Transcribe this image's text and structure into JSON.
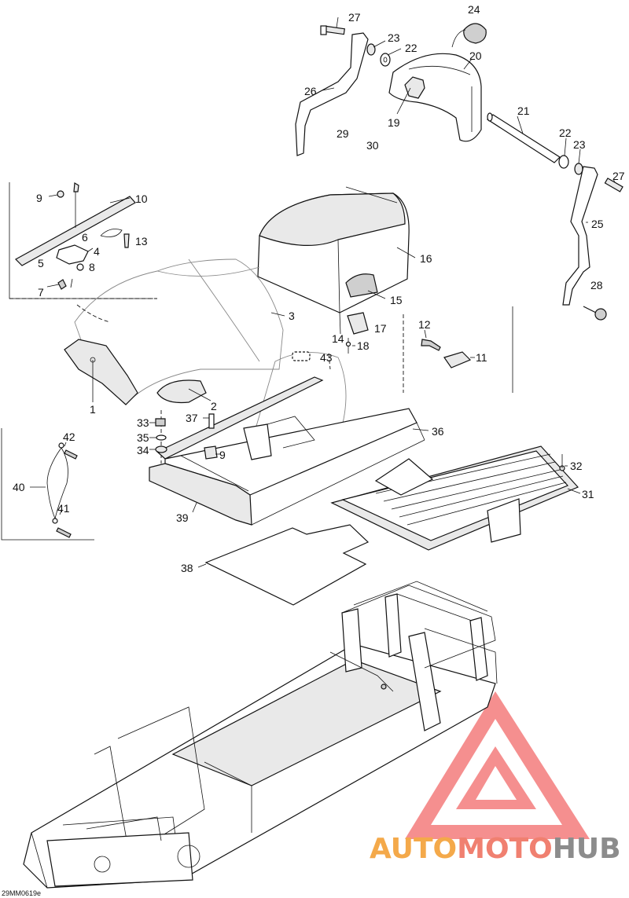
{
  "callouts": {
    "c1": "1",
    "c2": "2",
    "c3": "3",
    "c4": "4",
    "c5": "5",
    "c6": "6",
    "c7": "7",
    "c8": "8",
    "c9a": "9",
    "c9b": "9",
    "c10": "10",
    "c11": "11",
    "c12": "12",
    "c13": "13",
    "c14": "14",
    "c15": "15",
    "c16": "16",
    "c17": "17",
    "c18": "18",
    "c19": "19",
    "c20": "20",
    "c21": "21",
    "c22a": "22",
    "c22b": "22",
    "c23a": "23",
    "c23b": "23",
    "c24": "24",
    "c25": "25",
    "c26": "26",
    "c27a": "27",
    "c27b": "27",
    "c28": "28",
    "c29": "29",
    "c30": "30",
    "c31": "31",
    "c32": "32",
    "c33": "33",
    "c34": "34",
    "c35": "35",
    "c36": "36",
    "c37": "37",
    "c38": "38",
    "c39": "39",
    "c40": "40",
    "c41": "41",
    "c42": "42",
    "c43": "43"
  },
  "drawing_code": "29MM0619e",
  "watermark": {
    "part1": "AUTO",
    "part2": "MOTO",
    "part3": "HUB",
    "colors": {
      "auto": "#f4a94a",
      "moto": "#f08070",
      "hub": "#8c8c8c",
      "logo": "#f26a6a"
    }
  }
}
